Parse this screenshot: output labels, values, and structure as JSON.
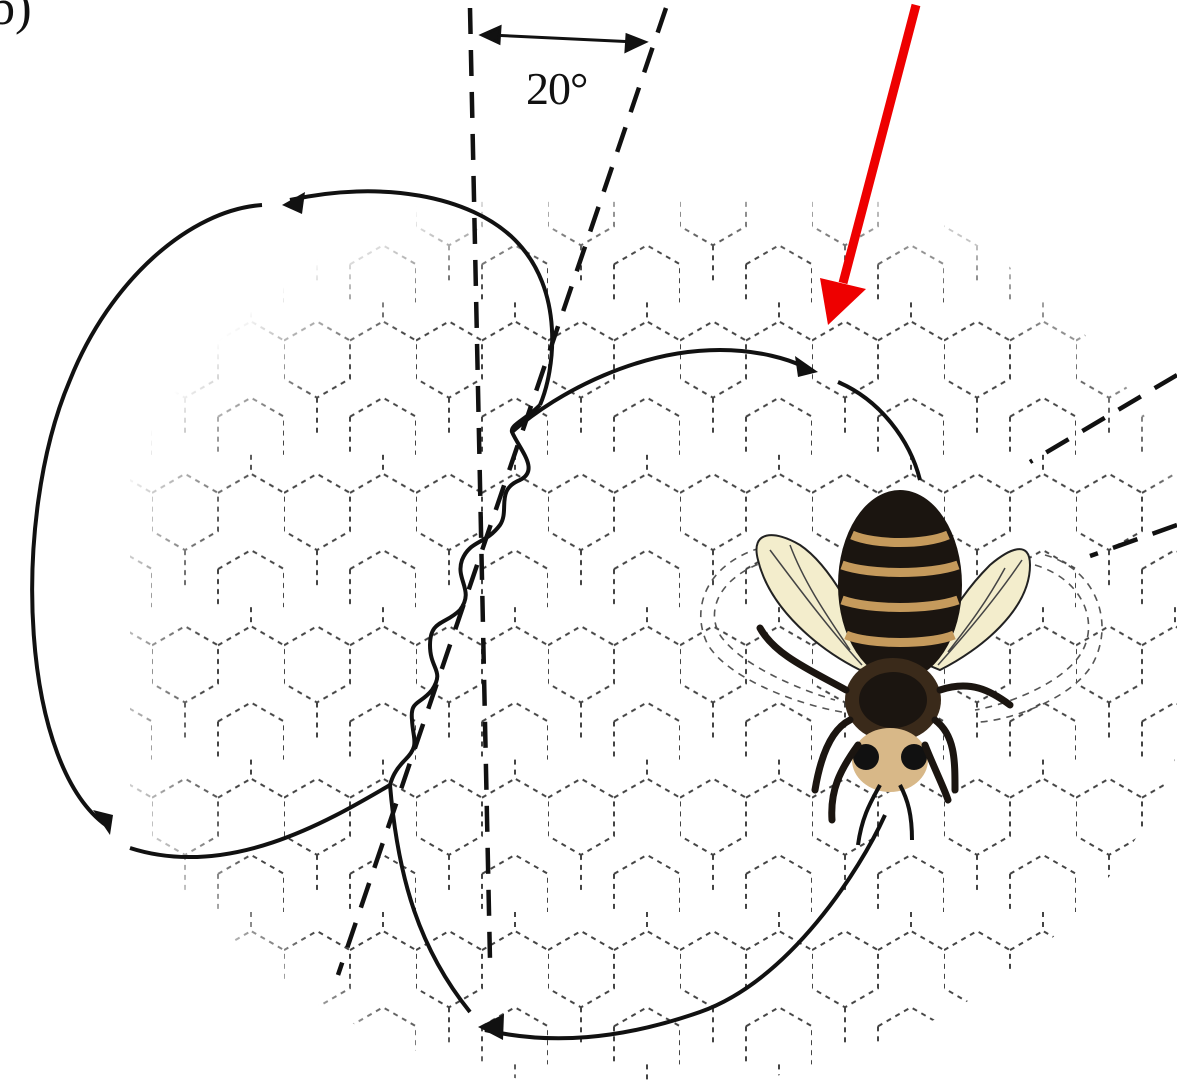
{
  "figure": {
    "panel_label": "b)",
    "angle_label": "20°",
    "angle_degrees": 20
  },
  "colors": {
    "background": "#ffffff",
    "line": "#111111",
    "comb_lines": "#444444",
    "highlight_arrow": "#ee0000",
    "bee_stripe_dark": "#1b1510",
    "bee_stripe_light": "#c59a5c",
    "bee_wing": "#f3edcc"
  },
  "icons": [
    "honeycomb-pattern",
    "bee-illustration",
    "red-pointer-arrow",
    "direction-arrowheads"
  ]
}
